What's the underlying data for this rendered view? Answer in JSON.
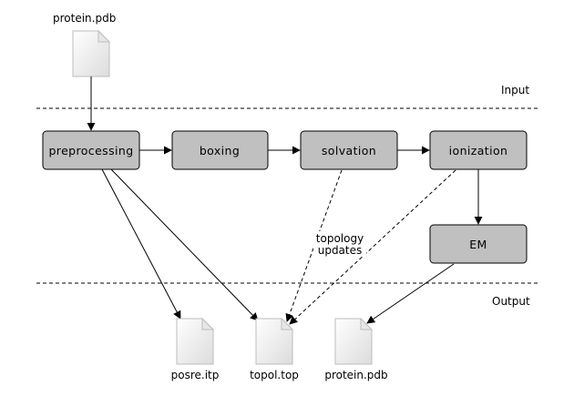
{
  "files": {
    "input_pdb": "protein.pdb",
    "posre": "posre.itp",
    "topol": "topol.top",
    "output_pdb": "protein.pdb"
  },
  "sections": {
    "input": "Input",
    "output": "Output"
  },
  "steps": {
    "preprocessing": "preprocessing",
    "boxing": "boxing",
    "solvation": "solvation",
    "ionization": "ionization",
    "em": "EM"
  },
  "annotations": {
    "topology_line1": "topology",
    "topology_line2": "updates"
  },
  "colors": {
    "box_fill": "#c0c0c0",
    "stroke": "#000000",
    "file_fill": "#f4f4f4"
  }
}
